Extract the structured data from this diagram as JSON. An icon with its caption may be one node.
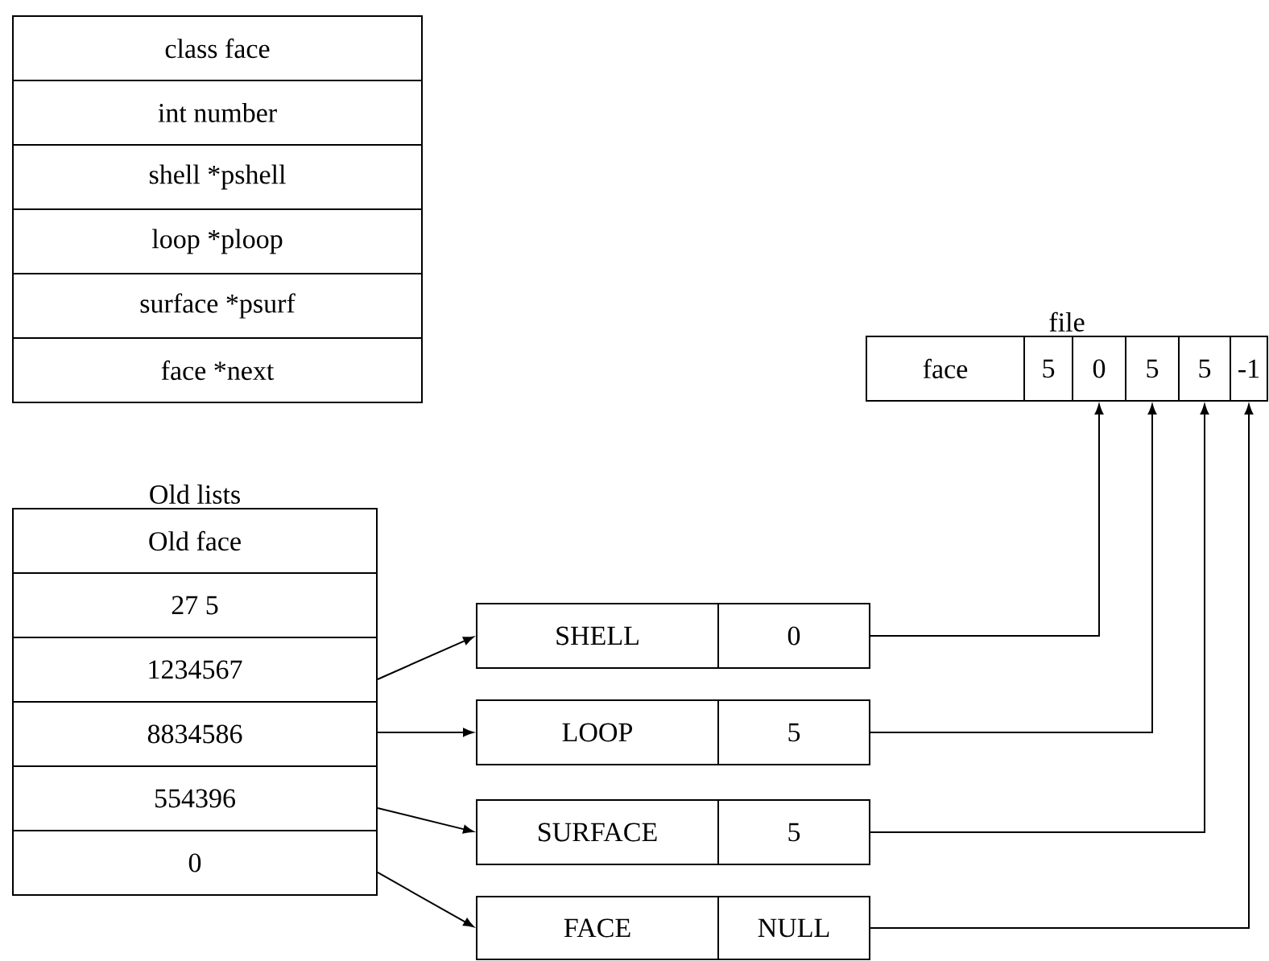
{
  "diagram": {
    "nodes": [
      {
        "text": [
          "class face"
        ]
      },
      {
        "text": [
          "int number"
        ]
      },
      {
        "text": [
          "shell *pshell"
        ]
      },
      {
        "text": [
          "loop *ploop"
        ]
      },
      {
        "text": [
          "surface *psurf"
        ]
      },
      {
        "text": [
          "face *next"
        ]
      },
      {
        "text": [
          "Old lists"
        ]
      },
      {
        "text": [
          "Old face"
        ],
        "in": 6
      },
      {
        "text": [
          "27 5"
        ],
        "in": 6
      },
      {
        "text": [
          "1234567"
        ],
        "in": 6
      },
      {
        "text": [
          "8834586"
        ],
        "in": 6
      },
      {
        "text": [
          "554396"
        ],
        "in": 6
      },
      {
        "text": [
          "0"
        ],
        "in": 6
      },
      {
        "text": [
          "file"
        ]
      },
      {
        "text": [
          "face"
        ],
        "in": 13
      },
      {
        "text": [
          "5"
        ],
        "in": 13
      },
      {
        "text": [
          "0"
        ],
        "in": 13
      },
      {
        "text": [
          "5"
        ],
        "in": 13
      },
      {
        "text": [
          "5"
        ],
        "in": 13
      },
      {
        "text": [
          "-1"
        ],
        "in": 13
      },
      {
        "text": [
          "SHELL"
        ]
      },
      {
        "text": [
          "0"
        ]
      },
      {
        "text": [
          "LOOP"
        ]
      },
      {
        "text": [
          "5"
        ]
      },
      {
        "text": [
          "SURFACE"
        ]
      },
      {
        "text": [
          "5"
        ]
      },
      {
        "text": [
          "FACE"
        ]
      },
      {
        "text": [
          "NULL"
        ]
      }
    ],
    "edges": [
      {
        "from": 9,
        "to": 20,
        "arrow": "to"
      },
      {
        "from": 10,
        "to": 22,
        "arrow": "to"
      },
      {
        "from": 11,
        "to": 24,
        "arrow": "to"
      },
      {
        "from": 12,
        "to": 26,
        "arrow": "to"
      },
      {
        "from": 21,
        "to": 16,
        "arrow": "to"
      },
      {
        "from": 23,
        "to": 17,
        "arrow": "to"
      },
      {
        "from": 25,
        "to": 18,
        "arrow": "to"
      },
      {
        "from": 27,
        "to": 19,
        "arrow": "to"
      }
    ]
  }
}
